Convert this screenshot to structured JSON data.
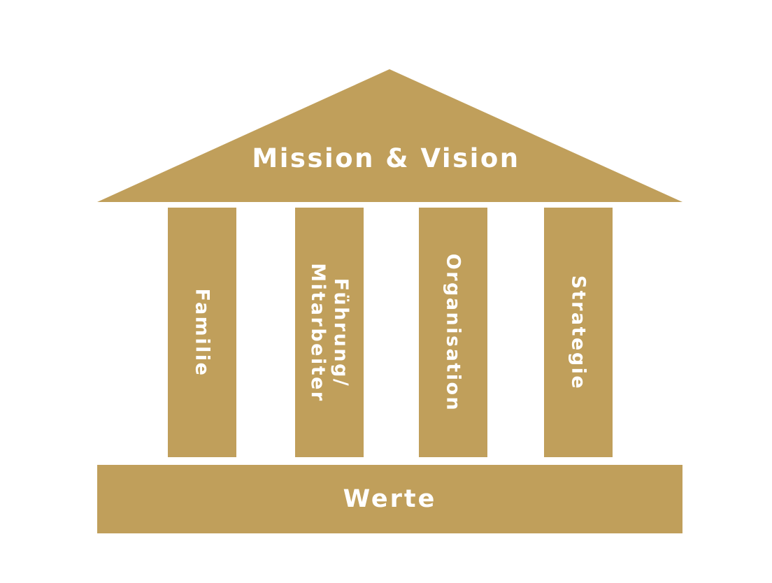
{
  "colors": {
    "gold": "#c09f5b",
    "text": "#ffffff",
    "background": "#ffffff"
  },
  "roof": {
    "label": "Mission & Vision"
  },
  "pillars": [
    {
      "label": "Familie"
    },
    {
      "label": "Führung/\nMitarbeiter"
    },
    {
      "label": "Organisation"
    },
    {
      "label": "Strategie"
    }
  ],
  "base": {
    "label": "Werte"
  }
}
